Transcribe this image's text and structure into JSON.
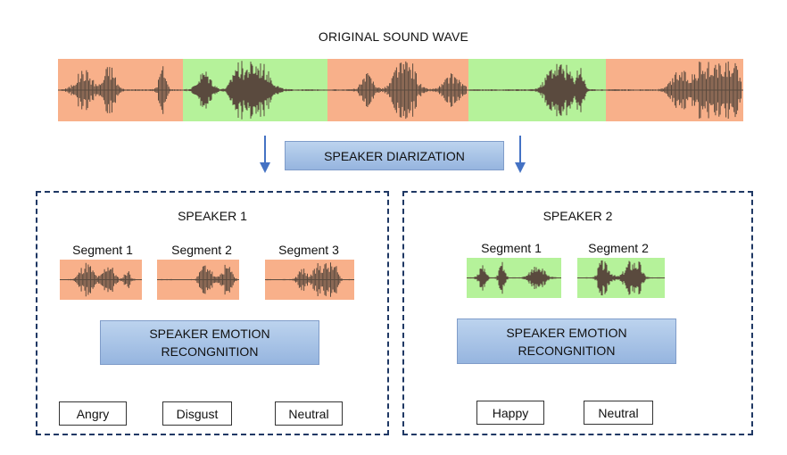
{
  "title": "ORIGINAL SOUND WAVE",
  "colors": {
    "angry": "#f8b08a",
    "happy": "#b5f29a",
    "wave": "#5a4a3e",
    "panel_border": "#1f3864",
    "arrow": "#4472c4"
  },
  "original_segments": [
    "speaker1",
    "speaker2",
    "speaker1",
    "speaker2",
    "speaker1"
  ],
  "diarization_label": "SPEAKER DIARIZATION",
  "speaker1": {
    "title": "SPEAKER 1",
    "segments": [
      "Segment 1",
      "Segment 2",
      "Segment 3"
    ],
    "ser_line1": "SPEAKER EMOTION",
    "ser_line2": "RECONGNITION",
    "emotions": [
      "Angry",
      "Disgust",
      "Neutral"
    ]
  },
  "speaker2": {
    "title": "SPEAKER 2",
    "segments": [
      "Segment 1",
      "Segment 2"
    ],
    "ser_line1": "SPEAKER EMOTION",
    "ser_line2": "RECONGNITION",
    "emotions": [
      "Happy",
      "Neutral"
    ]
  }
}
